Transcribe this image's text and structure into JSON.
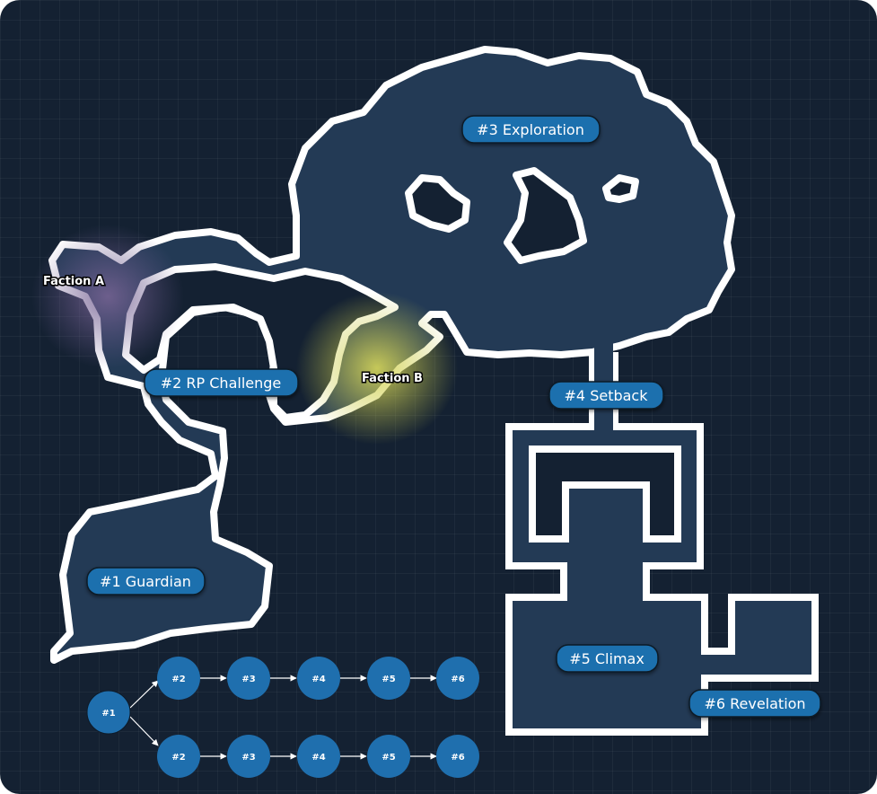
{
  "map": {
    "rooms": [
      {
        "id": "guardian",
        "label": "#1 Guardian"
      },
      {
        "id": "rp-challenge",
        "label": "#2 RP Challenge"
      },
      {
        "id": "exploration",
        "label": "#3 Exploration"
      },
      {
        "id": "setback",
        "label": "#4 Setback"
      },
      {
        "id": "climax",
        "label": "#5 Climax"
      },
      {
        "id": "revelation",
        "label": "#6 Revelation"
      }
    ],
    "factions": [
      {
        "id": "faction-a",
        "label": "Faction A",
        "color": "#6b5a8e"
      },
      {
        "id": "faction-b",
        "label": "Faction B",
        "color": "#c8c84a"
      }
    ]
  },
  "flowchart": {
    "start": "#1",
    "branch_top": [
      "#2",
      "#3",
      "#4",
      "#5",
      "#6"
    ],
    "branch_bottom": [
      "#2",
      "#3",
      "#4",
      "#5",
      "#6"
    ]
  },
  "colors": {
    "background": "#142132",
    "floor": "#233a55",
    "wall": "#ffffff",
    "label_fill": "#1f6fae",
    "node_fill": "#1f6fae"
  }
}
